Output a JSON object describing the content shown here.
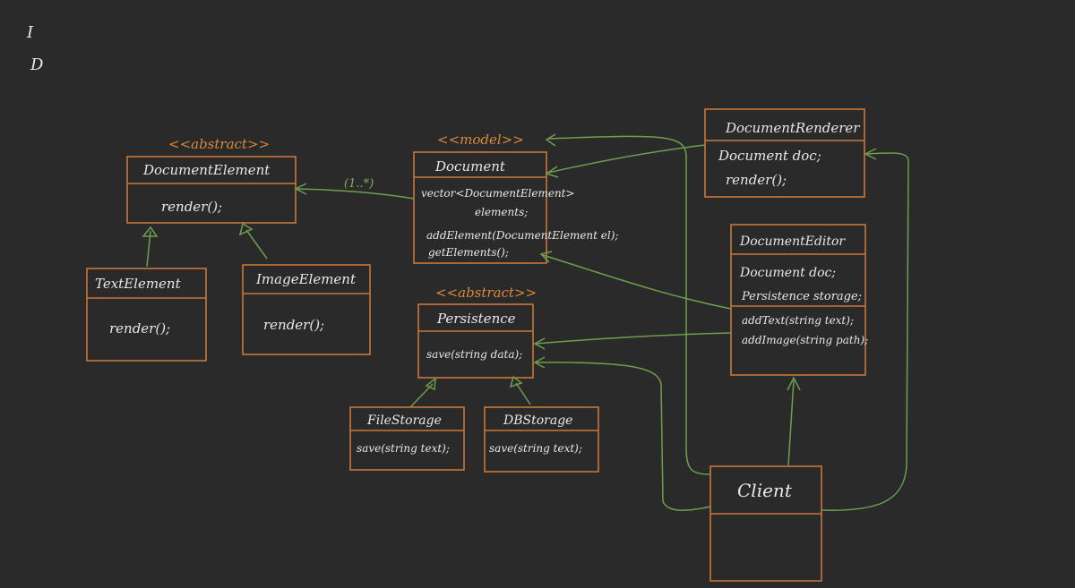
{
  "margin_marks": [
    "I",
    "D"
  ],
  "multiplicity": "(1..*)",
  "classes": {
    "document_element": {
      "stereotype": "<<abstract>>",
      "name": "DocumentElement",
      "members": [
        "render();"
      ]
    },
    "text_element": {
      "name": "TextElement",
      "members": [
        "render();"
      ]
    },
    "image_element": {
      "name": "ImageElement",
      "members": [
        "render();"
      ]
    },
    "document": {
      "stereotype": "<<model>>",
      "name": "Document",
      "members": [
        "vector<DocumentElement>",
        "elements;",
        "addElement(DocumentElement el);",
        "getElements();"
      ]
    },
    "persistence": {
      "stereotype": "<<abstract>>",
      "name": "Persistence",
      "members": [
        "save(string data);"
      ]
    },
    "file_storage": {
      "name": "FileStorage",
      "members": [
        "save(string text);"
      ]
    },
    "db_storage": {
      "name": "DBStorage",
      "members": [
        "save(string text);"
      ]
    },
    "document_renderer": {
      "name": "DocumentRenderer",
      "members": [
        "Document doc;",
        "render();"
      ]
    },
    "document_editor": {
      "name": "DocumentEditor",
      "members": [
        "Document doc;",
        "Persistence storage;",
        "addText(string text);",
        "addImage(string path);"
      ]
    },
    "client": {
      "name": "Client",
      "members": []
    }
  },
  "colors": {
    "background": "#2a2a2a",
    "box": "#c8773a",
    "arrow": "#6e9e4e",
    "text": "#e8e8e8",
    "stereotype": "#d98a3a"
  }
}
